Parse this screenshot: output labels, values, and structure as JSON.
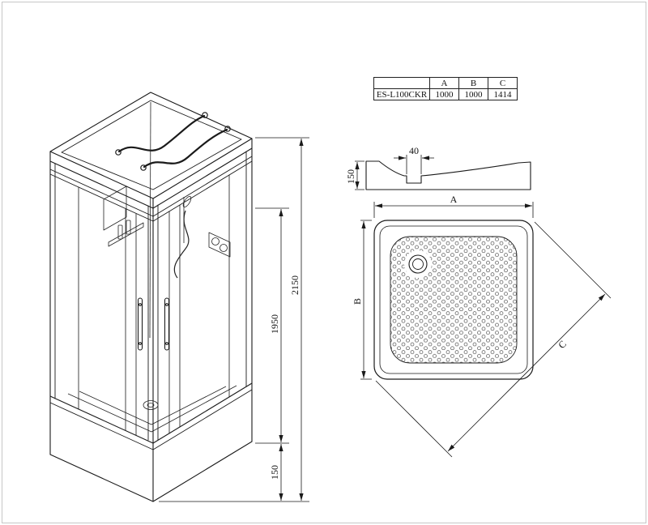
{
  "spec_table": {
    "corner_header": "",
    "col_headers": [
      "A",
      "B",
      "C"
    ],
    "row": {
      "model": "ES-L100CKR",
      "a": "1000",
      "b": "1000",
      "c": "1414"
    }
  },
  "iso_view": {
    "dim_total_height": "2150",
    "dim_glass_height": "1950",
    "dim_tray_height": "150"
  },
  "profile_view": {
    "dim_drain_width": "40",
    "dim_height": "150"
  },
  "top_view": {
    "dim_width_label": "A",
    "dim_depth_label": "B",
    "dim_diagonal_label": "C"
  },
  "colors": {
    "line": "#1a1a1a"
  }
}
